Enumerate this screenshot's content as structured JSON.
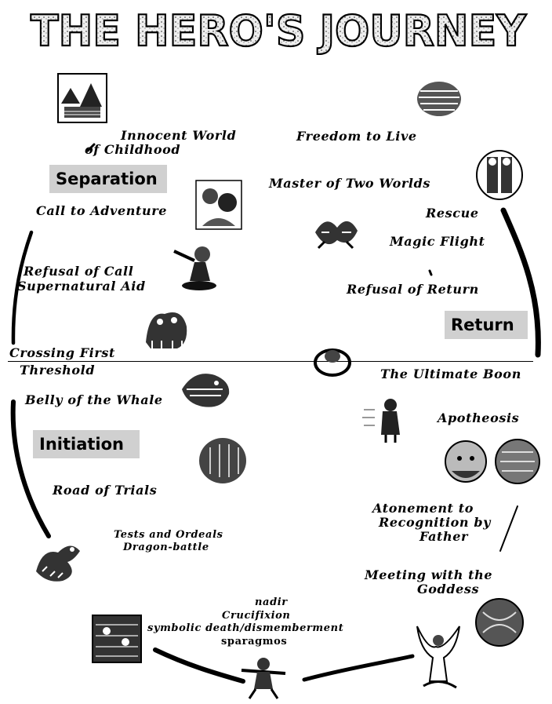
{
  "title": "THE HERO'S JOURNEY",
  "phases": {
    "separation": "Separation",
    "initiation": "Initiation",
    "return": "Return"
  },
  "stages": {
    "innocent_world_1": "Innocent World",
    "innocent_world_2": "of Childhood",
    "call_to_adventure": "Call to Adventure",
    "refusal_of_call": "Refusal of Call",
    "supernatural_aid": "Supernatural Aid",
    "crossing_first": "Crossing First",
    "threshold": "Threshold",
    "belly_of_whale": "Belly of the Whale",
    "road_of_trials": "Road of Trials",
    "tests_and_ordeals": "Tests and Ordeals",
    "dragon_battle": "Dragon-battle",
    "nadir": "nadir",
    "crucifixion": "Crucifixion",
    "symbolic_death": "symbolic death/dismemberment",
    "sparagmos": "sparagmos",
    "meeting_goddess_1": "Meeting with the",
    "meeting_goddess_2": "Goddess",
    "atonement_1": "Atonement to",
    "atonement_2": "Recognition by",
    "atonement_3": "Father",
    "apotheosis": "Apotheosis",
    "ultimate_boon": "The Ultimate Boon",
    "refusal_of_return": "Refusal of Return",
    "magic_flight": "Magic Flight",
    "rescue": "Rescue",
    "master_two_worlds": "Master of Two Worlds",
    "freedom_to_live": "Freedom to Live"
  }
}
